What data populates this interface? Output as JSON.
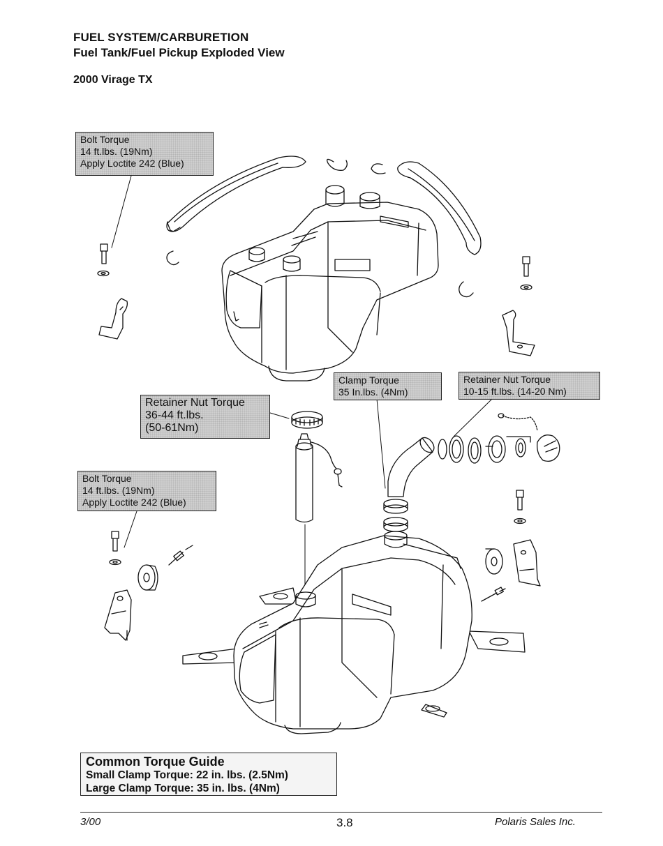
{
  "header": {
    "section": "FUEL SYSTEM/CARBURETION",
    "title": "Fuel Tank/Fuel Pickup Exploded View",
    "model": "2000 Virage TX"
  },
  "callouts": {
    "bolt_top": [
      "Bolt Torque",
      "14 ft.lbs. (19Nm)",
      "Apply Loctite 242 (Blue)"
    ],
    "retainer_left": [
      "Retainer Nut Torque",
      "36-44 ft.lbs.",
      "(50-61Nm)"
    ],
    "clamp": [
      "Clamp Torque",
      "35 In.lbs. (4Nm)"
    ],
    "retainer_right": [
      "Retainer Nut Torque",
      "10-15 ft.lbs. (14-20 Nm)"
    ],
    "bolt_bottom": [
      "Bolt Torque",
      "14 ft.lbs. (19Nm)",
      "Apply Loctite 242 (Blue)"
    ]
  },
  "torque_guide": {
    "title": "Common Torque Guide",
    "rows": [
      "Small Clamp Torque: 22 in. lbs. (2.5Nm)",
      "Large Clamp Torque:  35 in. lbs. (4Nm)"
    ]
  },
  "footer": {
    "date": "3/00",
    "page": "3.8",
    "company": "Polaris Sales Inc."
  }
}
